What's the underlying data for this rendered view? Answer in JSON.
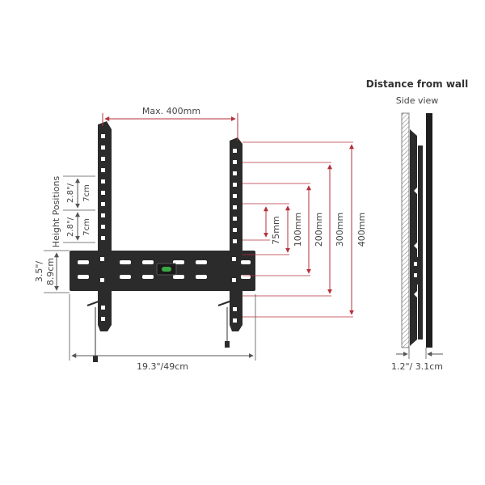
{
  "front": {
    "max_width": "Max. 400mm",
    "height_positions": "Height Positions",
    "step_in_1": "2.8\"/",
    "step_cm_1": "7cm",
    "step_in_2": "2.8\"/",
    "step_cm_2": "7cm",
    "offset_in": "3.5\"/",
    "offset_cm": "8.9cm",
    "width": "19.3\"/49cm",
    "vesa": [
      "75mm",
      "100mm",
      "200mm",
      "300mm",
      "400mm"
    ]
  },
  "side": {
    "title": "Distance from wall",
    "subtitle": "Side view",
    "depth": "1.2\"/ 3.1cm"
  },
  "colors": {
    "dimension_red": "#b5313c",
    "dimension_gray": "#555555",
    "metal": "#2b2b2b",
    "level_green": "#3aa843"
  }
}
